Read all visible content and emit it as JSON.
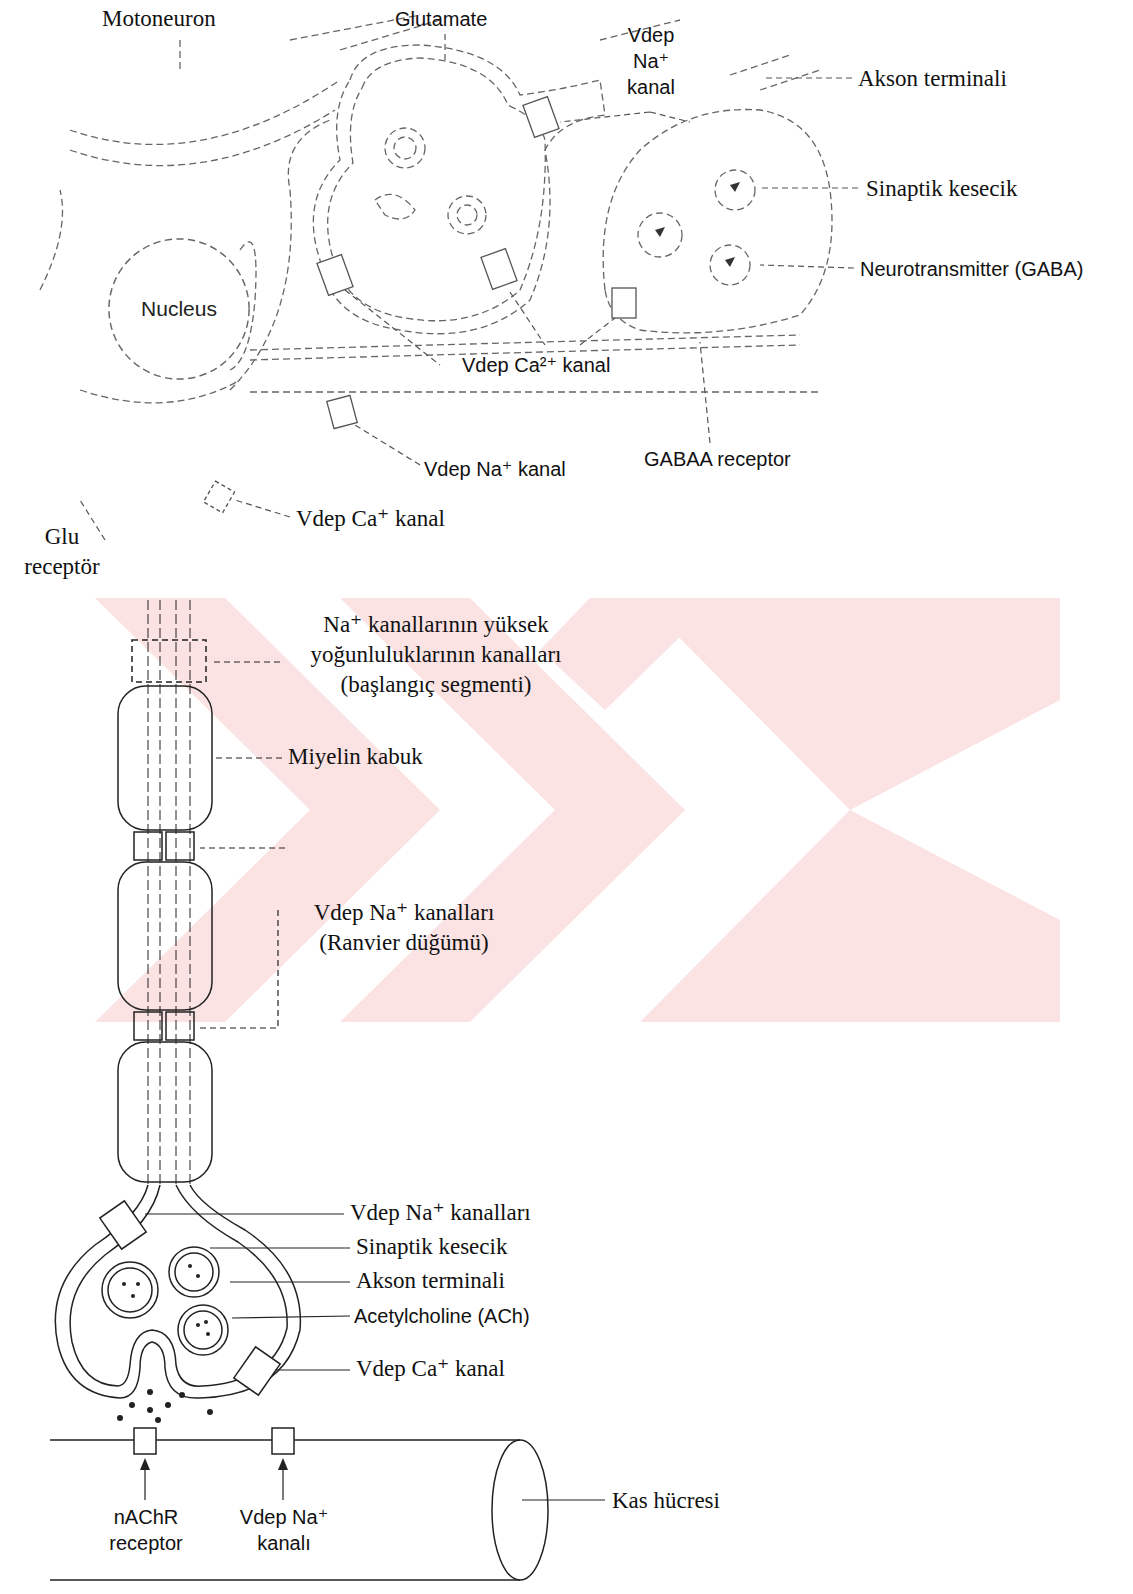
{
  "diagram": {
    "nodes": [
      {
        "text": [
          "Nucleus"
        ]
      }
    ],
    "labels": [
      "Motoneuron",
      "Glutamate",
      "Vdep Na⁺ kanal",
      "Akson terminali",
      "Sinaptik kesecik",
      "Neurotransmitter (GABA)",
      "Vdep Ca²⁺ kanal",
      "Vdep Na⁺ kanal",
      "GABAA receptor",
      "Vdep Ca⁺ kanal",
      "Glu receptör",
      "Na⁺ kanallarının yüksek yoğunluluklarının kanalları (başlangıç segmenti)",
      "Miyelin kabuk",
      "Vdep Na⁺ kanalları (Ranvier düğümü)",
      "Vdep Na⁺ kanalları",
      "Sinaptik kesecik",
      "Akson terminali",
      "Acetylcholine (ACh)",
      "Vdep Ca⁺ kanal",
      "Kas hücresi",
      "nAChR receptor",
      "Vdep Na⁺ kanalı"
    ]
  }
}
